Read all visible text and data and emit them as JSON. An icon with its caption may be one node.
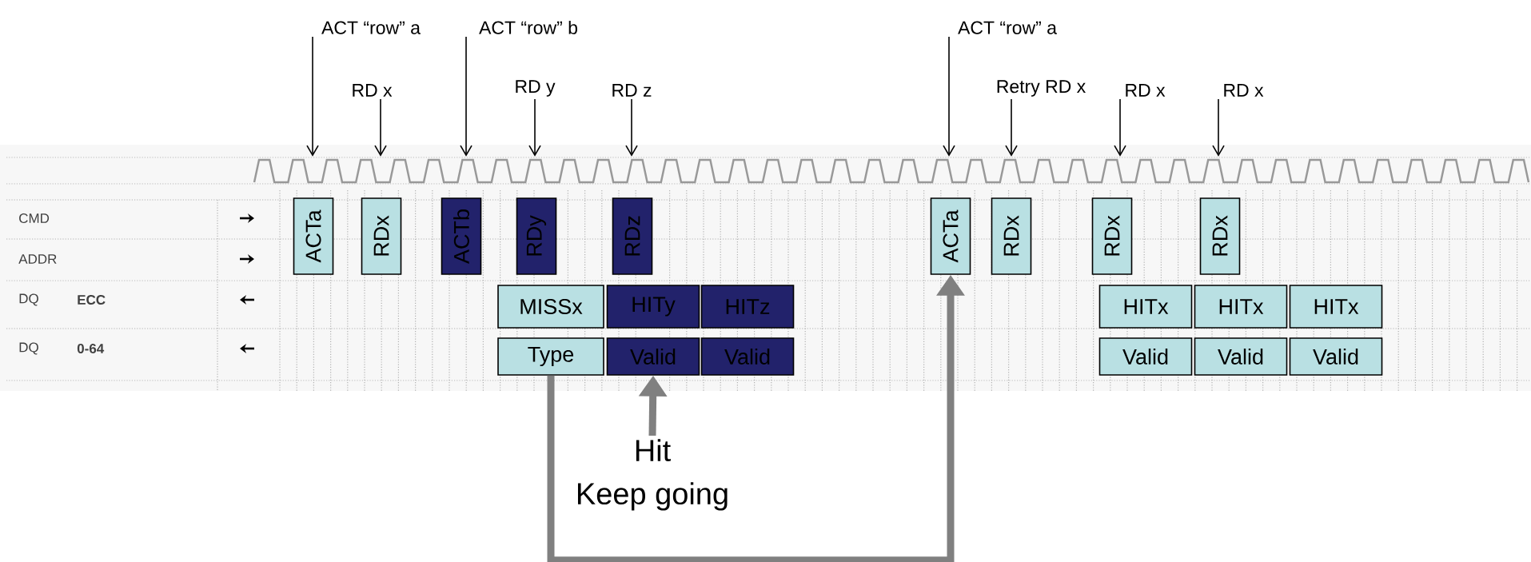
{
  "diagram": {
    "nodes": [
      {
        "text": [
          "ACT “row” a"
        ]
      },
      {
        "text": [
          "RD x"
        ]
      },
      {
        "text": [
          "ACT “row” b"
        ]
      },
      {
        "text": [
          "RD y"
        ]
      },
      {
        "text": [
          "RD z"
        ]
      },
      {
        "text": [
          "ACT “row” a"
        ]
      },
      {
        "text": [
          "Retry RD x"
        ]
      },
      {
        "text": [
          "RD x"
        ]
      },
      {
        "text": [
          "RD x"
        ]
      },
      {
        "text": [],
        "shape": "waveform"
      },
      {
        "text": [
          "ACTa"
        ]
      },
      {
        "text": [
          "RDx"
        ]
      },
      {
        "text": [
          "ACTb"
        ]
      },
      {
        "text": [
          "RDy"
        ]
      },
      {
        "text": [
          "RDz"
        ]
      },
      {
        "text": [
          "ACTa"
        ]
      },
      {
        "text": [
          "RDx"
        ]
      },
      {
        "text": [
          "RDx"
        ]
      },
      {
        "text": [
          "RDx"
        ]
      },
      {
        "text": [
          "MISSx"
        ]
      },
      {
        "text": [
          "HITy"
        ]
      },
      {
        "text": [
          "HITz"
        ]
      },
      {
        "text": [
          "HITx"
        ]
      },
      {
        "text": [
          "HITx"
        ]
      },
      {
        "text": [
          "HITx"
        ]
      },
      {
        "text": [
          "Type"
        ]
      },
      {
        "text": [
          "Valid"
        ]
      },
      {
        "text": [
          "Valid"
        ]
      },
      {
        "text": [
          "Valid"
        ]
      },
      {
        "text": [
          "Valid"
        ]
      },
      {
        "text": [
          "Valid"
        ]
      },
      {
        "text": [
          "Hit",
          "Keep going"
        ]
      }
    ],
    "edges": [
      {
        "from": 0,
        "to": 9,
        "arrow": "to"
      },
      {
        "from": 1,
        "to": 9,
        "arrow": "to"
      },
      {
        "from": 2,
        "to": 9,
        "arrow": "to"
      },
      {
        "from": 3,
        "to": 9,
        "arrow": "to"
      },
      {
        "from": 4,
        "to": 9,
        "arrow": "to"
      },
      {
        "from": 5,
        "to": 9,
        "arrow": "to"
      },
      {
        "from": 6,
        "to": 9,
        "arrow": "to"
      },
      {
        "from": 7,
        "to": 9,
        "arrow": "to"
      },
      {
        "from": 8,
        "to": 9,
        "arrow": "to"
      },
      {
        "from": 25,
        "to": 15,
        "arrow": "to",
        "style": "thick",
        "color": "#808080"
      },
      {
        "from": 31,
        "to": 26,
        "arrow": "to",
        "style": "thick",
        "color": "#808080"
      }
    ],
    "labels": [
      "CMD",
      "ADDR",
      "DQ",
      "ECC",
      "DQ",
      "0-64"
    ]
  }
}
